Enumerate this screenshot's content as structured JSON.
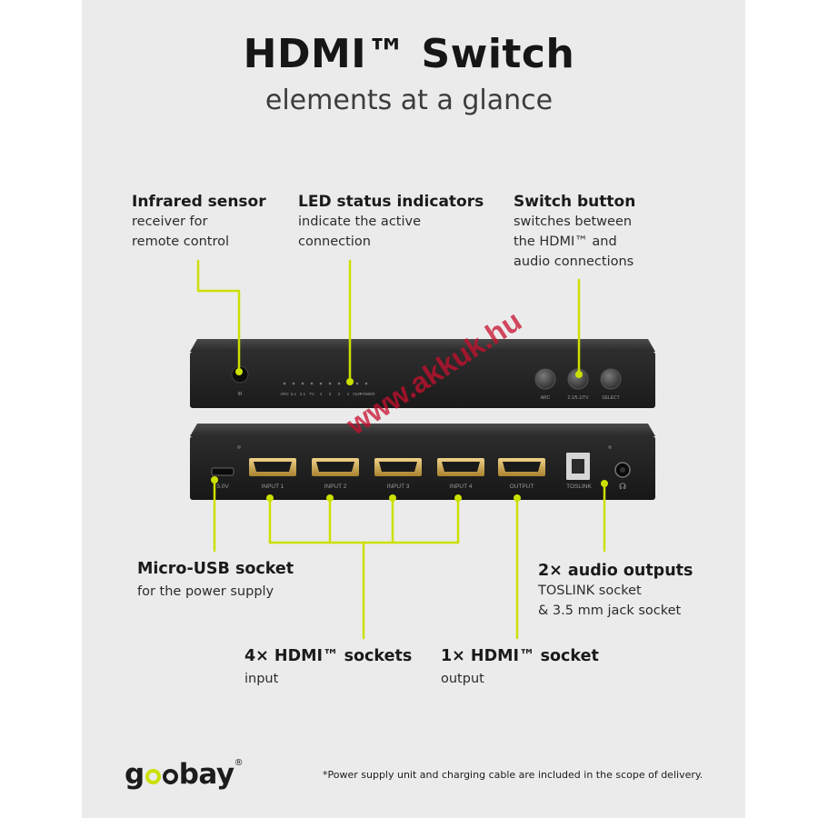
{
  "title": "HDMI™ Switch",
  "subtitle": "elements at a glance",
  "labels": {
    "infrared": {
      "heading": "Infrared sensor",
      "line1": "receiver for",
      "line2": "remote control"
    },
    "led": {
      "heading": "LED status indicators",
      "line1": "indicate the active",
      "line2": "connection"
    },
    "switch": {
      "heading": "Switch button",
      "line1": "switches between",
      "line2": "the HDMI™ and",
      "line3": "audio connections"
    },
    "microusb": {
      "heading": "Micro-USB socket",
      "line1": "for the power supply"
    },
    "hdmi_in": {
      "heading": "4× HDMI™ sockets",
      "line1": "input"
    },
    "hdmi_out": {
      "heading": "1× HDMI™ socket",
      "line1": "output"
    },
    "audio": {
      "heading": "2× audio outputs",
      "line1": "TOSLINK socket",
      "line2": "& 3.5 mm jack socket"
    }
  },
  "front_panel": {
    "led_labels": [
      "ARC",
      "5.1",
      "2.1",
      "TV",
      "4",
      "3",
      "2",
      "1",
      "OUT",
      "POWER"
    ],
    "buttons": [
      "ARC",
      "2.1/5.1/TV",
      "SELECT"
    ]
  },
  "back_panel": {
    "ports": [
      "5.0V",
      "INPUT 1",
      "INPUT 2",
      "INPUT 3",
      "INPUT 4",
      "OUTPUT",
      "TOSLINK"
    ]
  },
  "accent_color": "#cce000",
  "watermark": "www.akkuk.hu",
  "brand": {
    "prefix": "g",
    "suffix": "bay",
    "reg": "®"
  },
  "footnote": "*Power supply unit and charging cable are included in the scope of delivery."
}
